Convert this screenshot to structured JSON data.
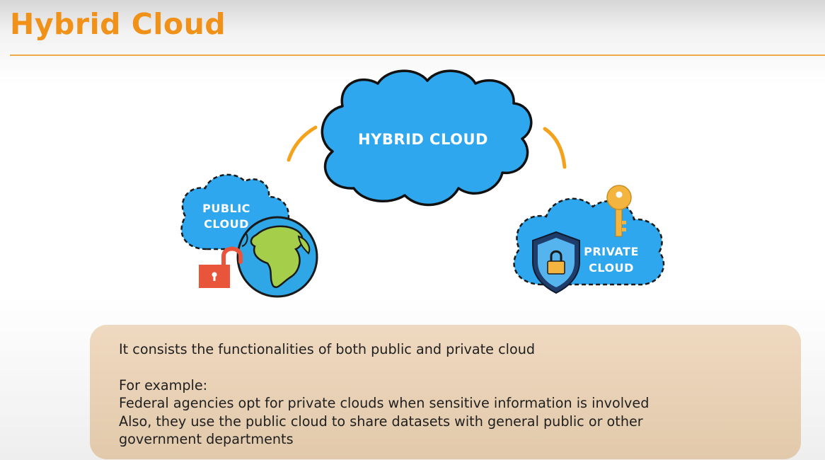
{
  "slide": {
    "title": "Hybrid Cloud"
  },
  "diagram": {
    "center_label": "HYBRID CLOUD",
    "public_label_line1": "PUBLIC",
    "public_label_line2": "CLOUD",
    "private_label_line1": "PRIVATE",
    "private_label_line2": "CLOUD"
  },
  "info": {
    "line1": "It consists the functionalities of both public and private cloud",
    "example_heading": "For example:",
    "example_line1": "Federal agencies opt for private clouds when sensitive information is involved",
    "example_line2": "Also, they use the public cloud to share datasets with general public or other",
    "example_line3": "government departments"
  },
  "colors": {
    "accent": "#f0921a",
    "cloud": "#2ea7ee",
    "lock_red": "#e8553b",
    "key_gold": "#f3b53f",
    "box": "#e9d1b6"
  }
}
